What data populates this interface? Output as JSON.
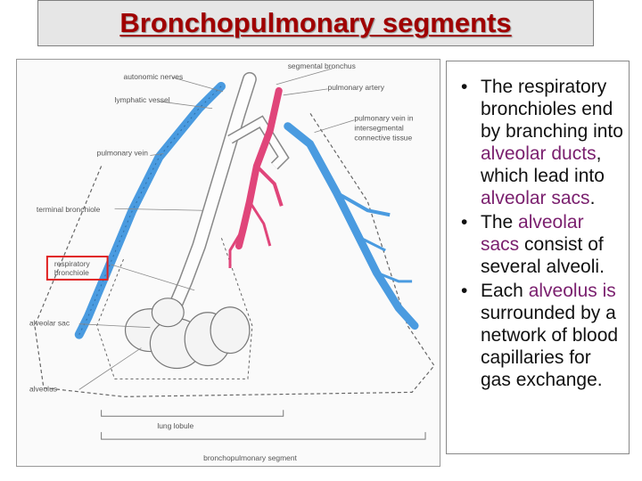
{
  "slide": {
    "title": "Bronchopulmonary segments"
  },
  "figure": {
    "labels": {
      "autonomic_nerves": "autonomic nerves",
      "segmental_bronchus": "segmental bronchus",
      "lymphatic_vessel": "lymphatic vessel",
      "pulmonary_artery": "pulmonary artery",
      "pulmonary_vein_line1": "pulmonary vein in",
      "pulmonary_vein_line2": "intersegmental",
      "pulmonary_vein_line3": "connective tissue",
      "pulmonary_vein": "pulmonary vein",
      "terminal_bronchiole": "terminal bronchiole",
      "respiratory_line1": "respiratory",
      "respiratory_line2": "bronchiole",
      "alveolar_sac": "alveolar sac",
      "alveolus": "alveolus",
      "lung_lobule": "lung lobule",
      "bronchopulmonary_segment": "bronchopulmonary segment"
    },
    "colors": {
      "vein": "#4a9be0",
      "artery": "#e0457a",
      "highlight": "#e02020"
    }
  },
  "bullets": [
    {
      "parts": [
        {
          "text": "The respiratory bronchioles end by branching into ",
          "highlight": false
        },
        {
          "text": "alveolar ducts",
          "highlight": true
        },
        {
          "text": ", which lead into ",
          "highlight": false
        },
        {
          "text": "alveolar sacs",
          "highlight": true
        },
        {
          "text": ".",
          "highlight": false
        }
      ]
    },
    {
      "parts": [
        {
          "text": "The ",
          "highlight": false
        },
        {
          "text": "alveolar sacs",
          "highlight": true
        },
        {
          "text": " consist of several alveoli.",
          "highlight": false
        }
      ]
    },
    {
      "parts": [
        {
          "text": "Each ",
          "highlight": false
        },
        {
          "text": "alveolus is",
          "highlight": true
        },
        {
          "text": " surrounded by a network of blood capillaries for gas exchange.",
          "highlight": false
        }
      ]
    }
  ]
}
